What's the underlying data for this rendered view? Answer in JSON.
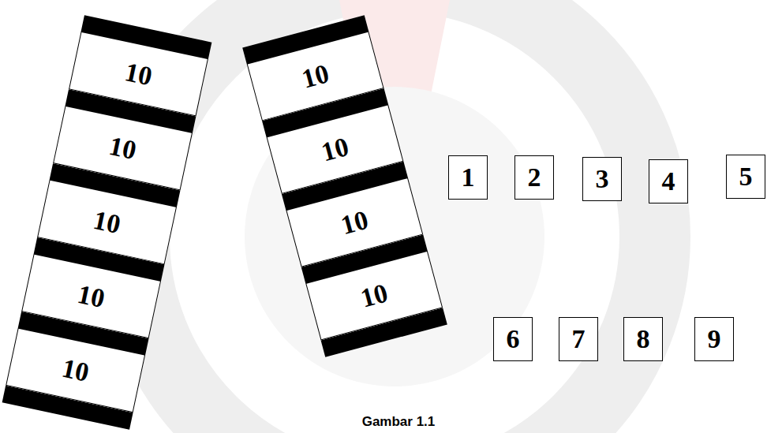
{
  "diagram": {
    "caption": "Gambar 1.1",
    "nodes": [
      {
        "text": [
          "10"
        ]
      },
      {
        "text": [
          "10"
        ]
      },
      {
        "text": [
          "10"
        ]
      },
      {
        "text": [
          "10"
        ]
      },
      {
        "text": [
          "10"
        ]
      },
      {
        "text": [
          "10"
        ]
      },
      {
        "text": [
          "10"
        ]
      },
      {
        "text": [
          "10"
        ]
      },
      {
        "text": [
          "10"
        ]
      },
      {
        "text": [
          "1"
        ]
      },
      {
        "text": [
          "2"
        ]
      },
      {
        "text": [
          "3"
        ]
      },
      {
        "text": [
          "4"
        ]
      },
      {
        "text": [
          "5"
        ]
      },
      {
        "text": [
          "6"
        ]
      },
      {
        "text": [
          "7"
        ]
      },
      {
        "text": [
          "8"
        ]
      },
      {
        "text": [
          "9"
        ]
      }
    ]
  }
}
